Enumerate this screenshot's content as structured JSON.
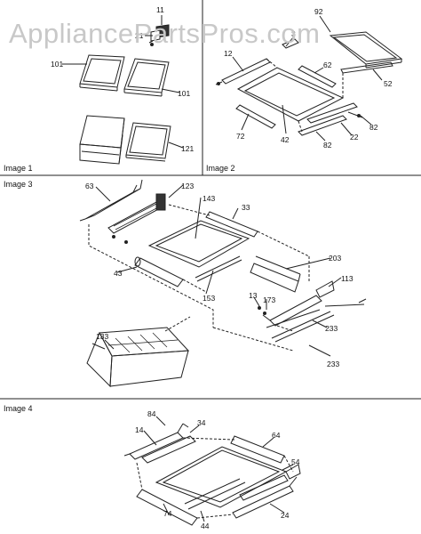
{
  "watermark": "AppliancePartsPros.com",
  "panels": [
    {
      "label": "Image 1",
      "callouts": [
        "11",
        "21",
        "101",
        "101",
        "121"
      ]
    },
    {
      "label": "Image 2",
      "callouts": [
        "92",
        "3",
        "12",
        "62",
        "52",
        "72",
        "42",
        "22",
        "82",
        "82"
      ]
    },
    {
      "label": "Image 3",
      "callouts": [
        "63",
        "123",
        "143",
        "33",
        "43",
        "153",
        "203",
        "113",
        "13",
        "173",
        "233",
        "133",
        "233"
      ]
    },
    {
      "label": "Image 4",
      "callouts": [
        "84",
        "34",
        "14",
        "64",
        "54",
        "74",
        "44",
        "24"
      ]
    }
  ]
}
